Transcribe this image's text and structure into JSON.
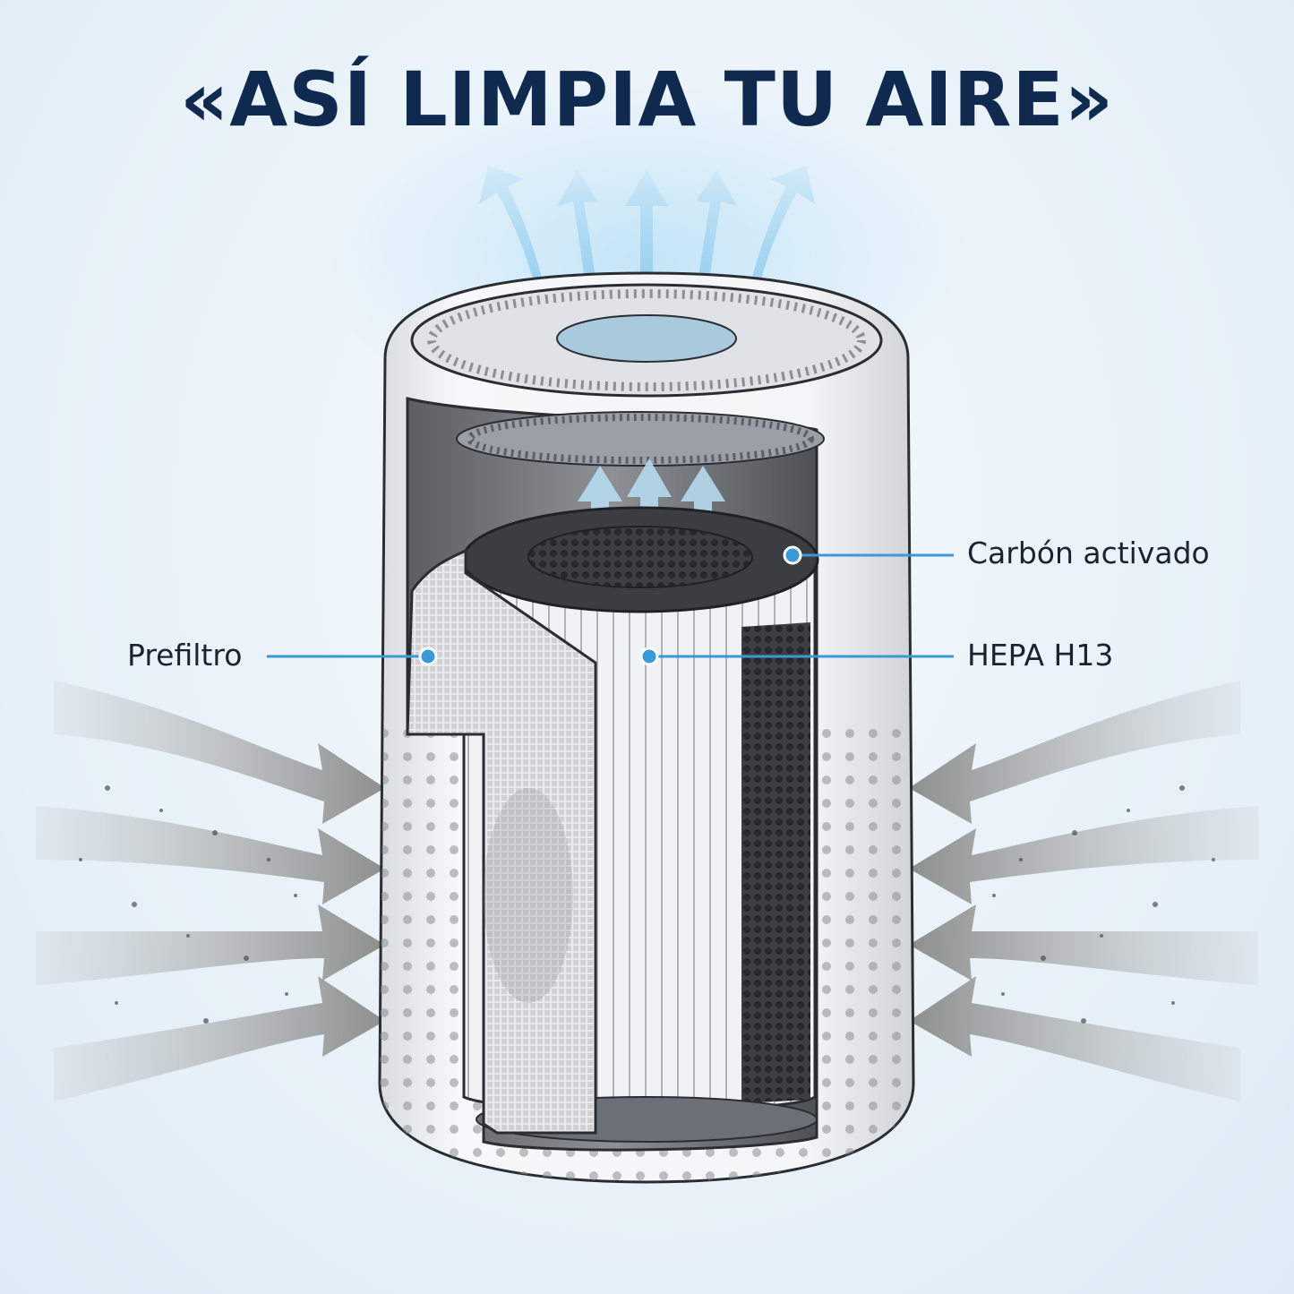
{
  "title": "«ASÍ LIMPIA TU AIRE»",
  "labels": {
    "activated_carbon": "Carbón activado",
    "hepa": "HEPA H13",
    "prefilter": "Prefiltro"
  },
  "colors": {
    "title": "#0f2a4e",
    "callout": "#3a9ad9",
    "clean_air": "#8fcbee",
    "dirty_air": "#8a8a88",
    "background": "#eaf3fa"
  }
}
